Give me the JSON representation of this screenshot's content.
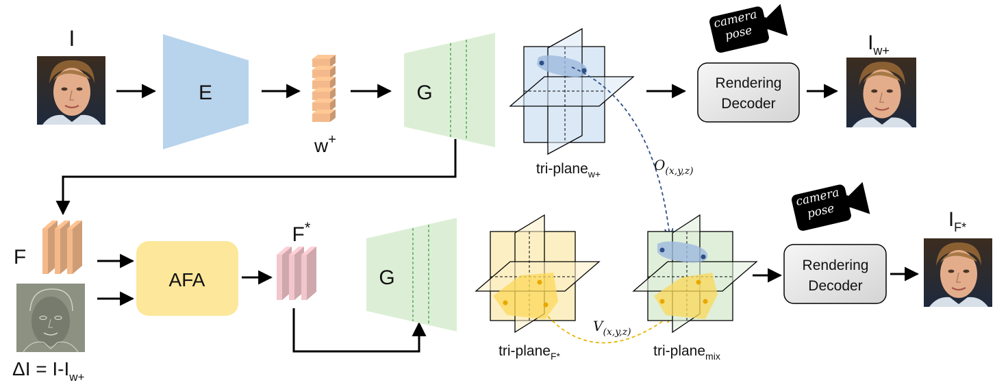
{
  "input_image": {
    "label": "I"
  },
  "encoder": {
    "label": "E"
  },
  "latent": {
    "label": "w",
    "superscript": "+"
  },
  "generator_top": {
    "label": "G"
  },
  "triplane_w": {
    "label": "tri-plane",
    "subscript": "w+"
  },
  "camera_top": {
    "line1": "camera",
    "line2": "pose"
  },
  "render_top": {
    "line1": "Rendering",
    "line2": "Decoder"
  },
  "output_top": {
    "label": "I",
    "subscript": "w+"
  },
  "occupancy": {
    "symbol": "O",
    "args": "(x,y,z)"
  },
  "features": {
    "label": "F"
  },
  "residual": {
    "text_before": "ΔI = I-I",
    "subscript": "w+"
  },
  "afa": {
    "label": "AFA"
  },
  "features_star": {
    "label": "F",
    "superscript": "*"
  },
  "generator_bottom": {
    "label": "G"
  },
  "triplane_f": {
    "label": "tri-plane",
    "subscript": "F*"
  },
  "velocity": {
    "symbol": "V",
    "args": "(x,y,z)"
  },
  "triplane_mix": {
    "label": "tri-plane",
    "subscript": "mix"
  },
  "camera_bottom": {
    "line1": "camera",
    "line2": "pose"
  },
  "render_bottom": {
    "line1": "Rendering",
    "line2": "Decoder"
  },
  "output_bottom": {
    "label": "I",
    "subscript": "F*"
  },
  "colors": {
    "encoder": "#b8d3ec",
    "generator": "#dcefd6",
    "latent": "#f4b98a",
    "features": "#f4b98a",
    "features_star": "#f2c6cc",
    "afa": "#fde79a",
    "triplane_blue": "#dbe8f6",
    "triplane_yellow": "#fdefc4",
    "triplane_green": "#e0efda",
    "blob_blue": "#9db9df",
    "blob_yellow": "#fbd85a",
    "occupancy_arrow": "#2d4f86",
    "velocity_arrow": "#e8b400"
  }
}
